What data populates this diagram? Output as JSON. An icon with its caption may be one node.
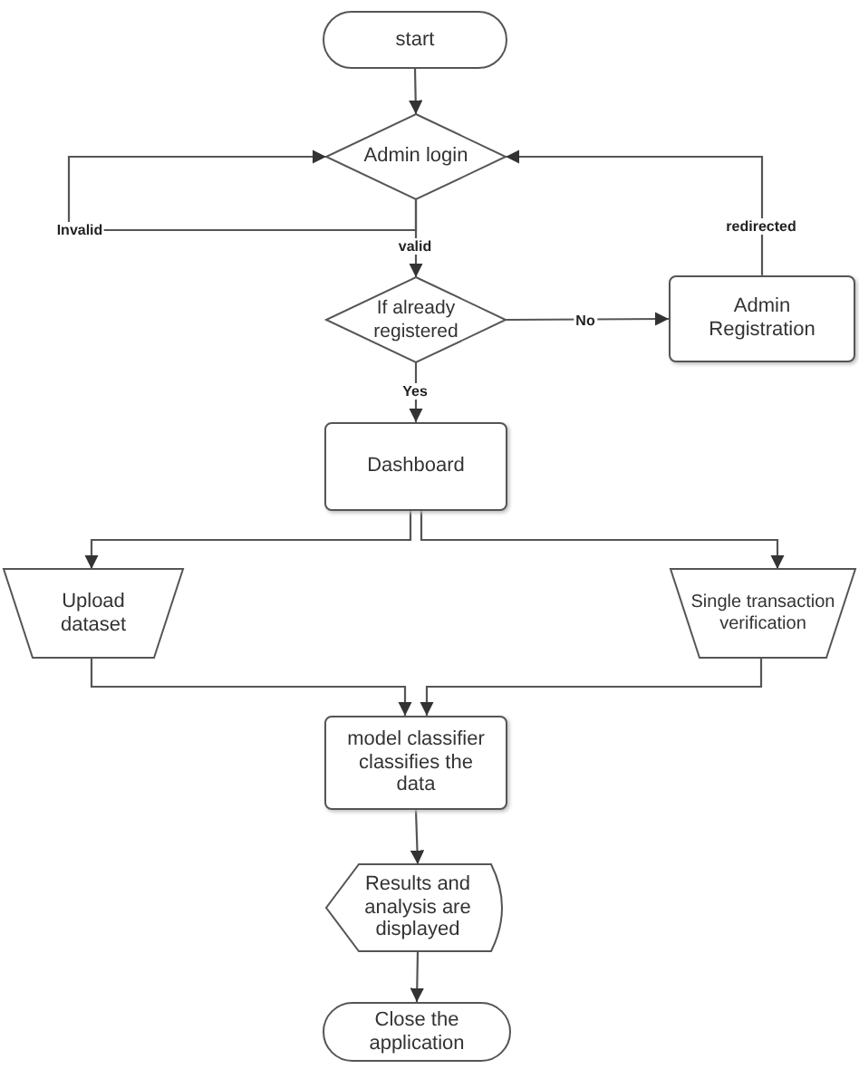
{
  "diagram": {
    "nodes": [
      {
        "text": [
          "start"
        ]
      },
      {
        "text": [
          "Admin login"
        ]
      },
      {
        "text": [
          "If already registered"
        ]
      },
      {
        "text": [
          "Admin Registration"
        ]
      },
      {
        "text": [
          "Dashboard"
        ]
      },
      {
        "text": [
          "Upload dataset"
        ]
      },
      {
        "text": [
          "Single transaction verification"
        ]
      },
      {
        "text": [
          "model classifier classifies the data"
        ]
      },
      {
        "text": [
          "Results and analysis are displayed"
        ]
      },
      {
        "text": [
          "Close the application"
        ]
      }
    ],
    "edges": [
      {
        "from": 0,
        "to": 1,
        "arrow": "to"
      },
      {
        "from": 1,
        "to": 1,
        "arrow": "to",
        "label": "Invalid"
      },
      {
        "from": 1,
        "to": 2,
        "arrow": "to",
        "label": "valid"
      },
      {
        "from": 2,
        "to": 3,
        "arrow": "to",
        "label": "No"
      },
      {
        "from": 3,
        "to": 1,
        "arrow": "to",
        "label": "redirected"
      },
      {
        "from": 2,
        "to": 4,
        "arrow": "to",
        "label": "Yes"
      },
      {
        "from": 4,
        "to": 5,
        "arrow": "to"
      },
      {
        "from": 4,
        "to": 6,
        "arrow": "to"
      },
      {
        "from": 5,
        "to": 7,
        "arrow": "to"
      },
      {
        "from": 6,
        "to": 7,
        "arrow": "to"
      },
      {
        "from": 7,
        "to": 8,
        "arrow": "to"
      },
      {
        "from": 8,
        "to": 9,
        "arrow": "to"
      }
    ]
  }
}
